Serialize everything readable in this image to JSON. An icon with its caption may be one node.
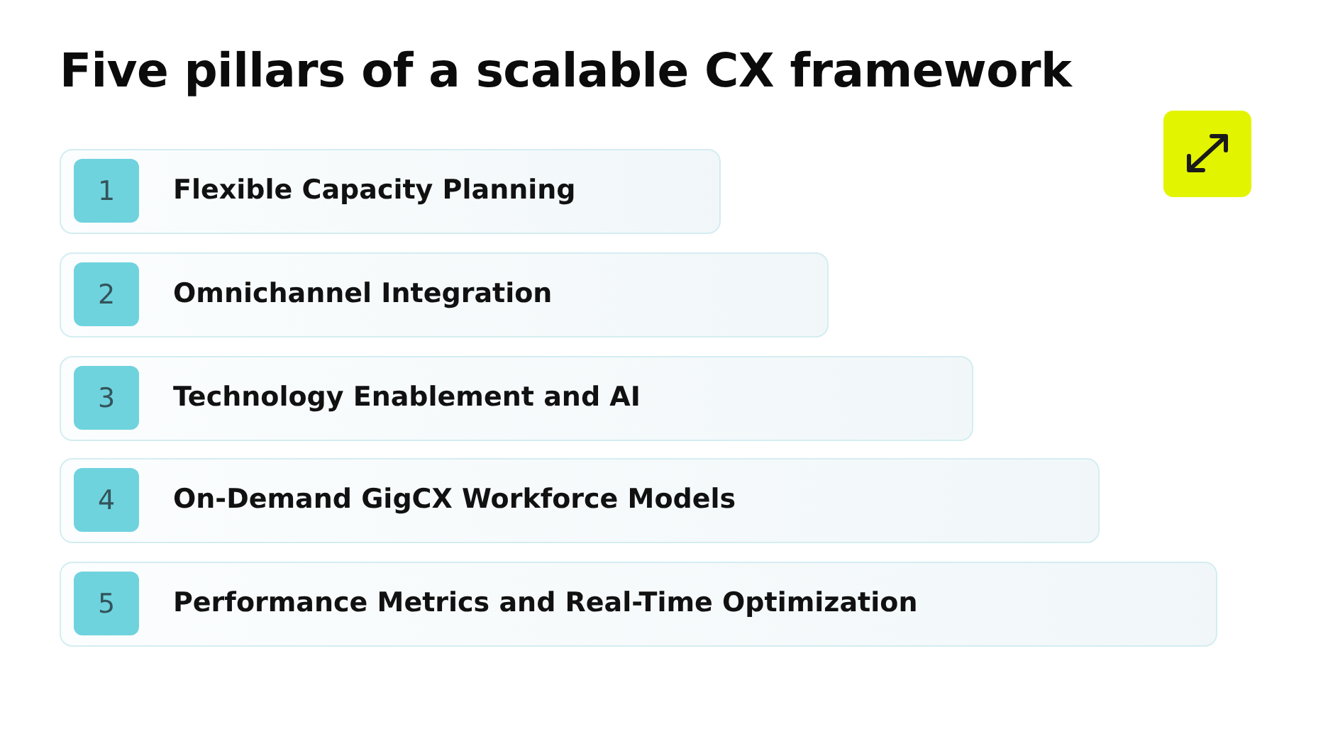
{
  "diagram": {
    "title": "Five pillars of a scalable CX framework",
    "nodes": [
      {
        "text": [
          "Flexible Capacity Planning"
        ]
      },
      {
        "text": [
          "1"
        ],
        "in": 0
      },
      {
        "text": [
          "Omnichannel Integration"
        ]
      },
      {
        "text": [
          "2"
        ],
        "in": 2
      },
      {
        "text": [
          "Technology Enablement and AI"
        ]
      },
      {
        "text": [
          "3"
        ],
        "in": 4
      },
      {
        "text": [
          "On-Demand GigCX Workforce Models"
        ]
      },
      {
        "text": [
          "4"
        ],
        "in": 6
      },
      {
        "text": [
          "Performance Metrics and Real-Time Optimization"
        ]
      },
      {
        "text": [
          "5"
        ],
        "in": 8
      }
    ],
    "edges": []
  }
}
